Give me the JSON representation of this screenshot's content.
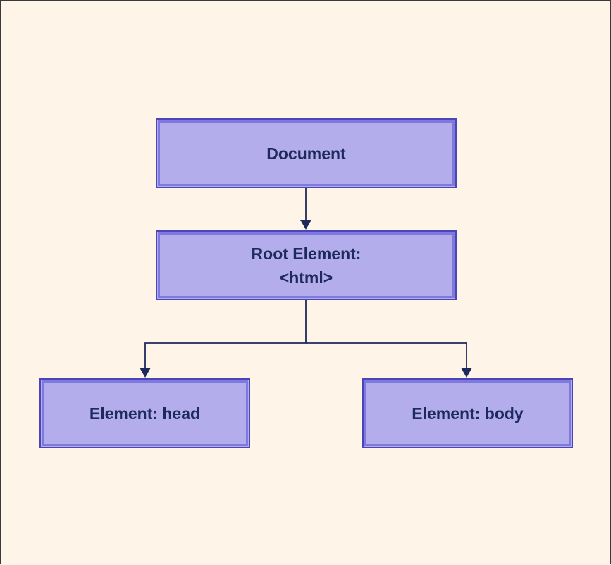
{
  "diagram": {
    "type": "tree",
    "nodes": [
      {
        "id": "document",
        "lines": [
          "Document"
        ]
      },
      {
        "id": "root",
        "lines": [
          "Root Element:",
          "<html>"
        ]
      },
      {
        "id": "head",
        "lines": [
          "Element: head"
        ]
      },
      {
        "id": "body",
        "lines": [
          "Element: body"
        ]
      }
    ],
    "edges": [
      {
        "from": "document",
        "to": "root"
      },
      {
        "from": "root",
        "to": "head"
      },
      {
        "from": "root",
        "to": "body"
      }
    ]
  },
  "colors": {
    "background": "#FEF5E8",
    "node_fill": "#B3AEEB",
    "node_border": "#4A45B8",
    "node_inner_border": "#7F78DE",
    "text": "#1F2A5C",
    "connector": "#1F2A5C"
  }
}
